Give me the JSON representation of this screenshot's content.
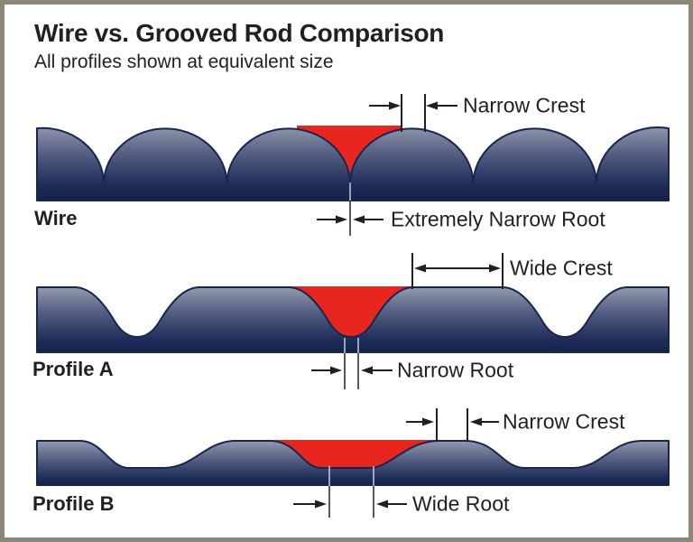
{
  "header": {
    "title": "Wire vs. Grooved Rod Comparison",
    "subtitle": "All profiles shown at equivalent size"
  },
  "profiles": [
    {
      "label": "Wire",
      "crest_annotation": "Narrow Crest",
      "root_annotation": "Extremely Narrow Root"
    },
    {
      "label": "Profile A",
      "crest_annotation": "Wide Crest",
      "root_annotation": "Narrow Root"
    },
    {
      "label": "Profile B",
      "crest_annotation": "Narrow Crest",
      "root_annotation": "Wide Root"
    }
  ],
  "colors": {
    "rod_top": "#989eb3",
    "rod_mid": "#555e82",
    "rod_dark": "#13234b",
    "outline": "#16264f",
    "highlight_red": "#e8261f",
    "text": "#231f20",
    "frame_border": "#8d8779"
  },
  "icons": {
    "dimension_arrows": "arrow-left-right-ticks"
  }
}
